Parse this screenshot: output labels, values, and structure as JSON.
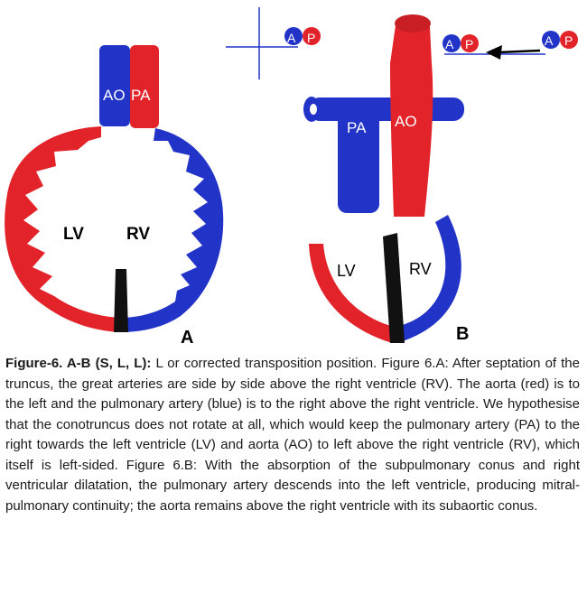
{
  "colors": {
    "aorta_red": "#e3232a",
    "pulmonary_blue": "#2233c8",
    "septum": "#111111",
    "text": "#1a1a1a"
  },
  "panel_a": {
    "letter": "A",
    "label_ao": "AO",
    "label_pa": "PA",
    "label_lv": "LV",
    "label_rv": "RV"
  },
  "panel_b": {
    "letter": "B",
    "label_pa": "PA",
    "label_ao": "AO",
    "label_lv": "LV",
    "label_rv": "RV"
  },
  "orientation": {
    "axes_marker_a": "A",
    "axes_marker_p": "P",
    "pair_left_a": "A",
    "pair_left_p": "P",
    "pair_right_a": "A",
    "pair_right_p": "P"
  },
  "caption": {
    "title": "Figure-6. A-B (S, L, L):",
    "body": "L or corrected transposition position. Figure 6.A: After septation of the truncus, the great arteries are side by side above the right ventricle (RV). The aorta (red) is to the left and the pulmonary artery (blue) is to the right above the right ventricle. We hypothesise that the conotruncus does not rotate at all, which would keep the pulmonary artery (PA) to the right towards the left ventricle (LV) and aorta (AO) to left above the right ventricle (RV), which itself is left-sided. Figure 6.B: With the absorption of the subpulmonary conus and right ventricular dilatation, the pulmonary artery descends into the left ventricle, producing mitral-pulmonary continuity; the aorta remains above the right ventricle with its subaortic conus."
  }
}
